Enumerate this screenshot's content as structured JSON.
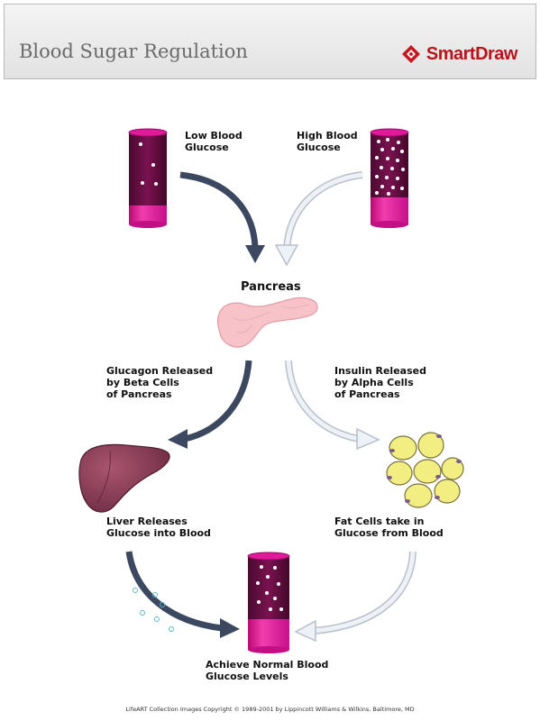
{
  "header": {
    "title": "Blood Sugar Regulation",
    "brand": "SmartDraw",
    "brand_color": "#b8141c"
  },
  "nodes": {
    "low_glucose": [
      "Low Blood",
      "Glucose"
    ],
    "high_glucose": [
      "High Blood",
      "Glucose"
    ],
    "pancreas": "Pancreas",
    "glucagon": [
      "Glucagon Released",
      "by Beta Cells",
      "of Pancreas"
    ],
    "insulin": [
      "Insulin Released",
      "by Alpha Cells",
      "of Pancreas"
    ],
    "liver": [
      "Liver Releases",
      "Glucose into Blood"
    ],
    "fat": [
      "Fat Cells  take in",
      "Glucose from Blood"
    ],
    "normal": [
      "Achieve Normal Blood",
      "Glucose Levels"
    ]
  },
  "colors": {
    "vessel": "#e6179b",
    "dark_arrow": "#3c4860",
    "light_arrow": "#dde2ea",
    "pancreas": "#f7c3c9",
    "liver": "#8a3d55",
    "fat_cell": "#f3ee82"
  },
  "footer": "LifeART Collection Images Copyright © 1989-2001 by Lippincott Williams & Wilkins, Baltimore, MD"
}
